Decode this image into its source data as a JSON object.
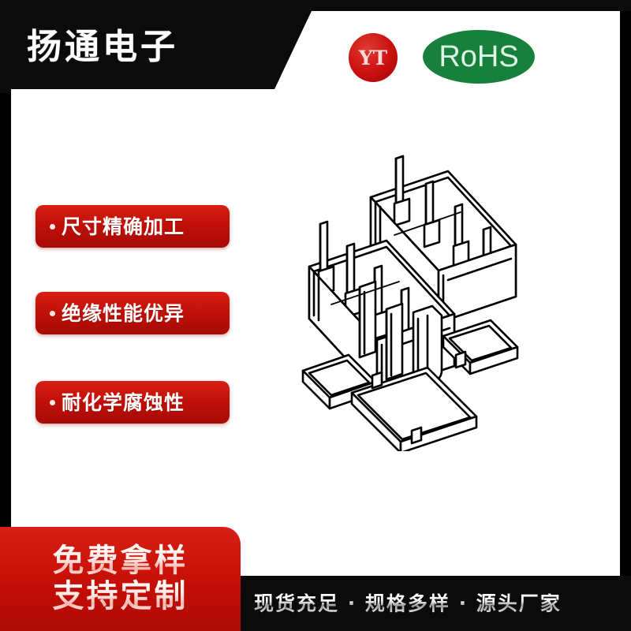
{
  "header": {
    "brand": "扬通电子",
    "yt_badge": {
      "label": "YT",
      "color": "#c9100f"
    },
    "rohs_badge": {
      "label": "RoHS",
      "color": "#16803c"
    },
    "background": "#0b0b0b"
  },
  "features": {
    "accent_color": "#c01008",
    "items": [
      {
        "label": "尺寸精确加工"
      },
      {
        "label": "绝缘性能优异"
      },
      {
        "label": "耐化学腐蚀性"
      }
    ]
  },
  "product": {
    "alt": "变压器骨架线稿图",
    "line_color": "#000000",
    "fill_color": "#ffffff"
  },
  "footer": {
    "promo_line_1": "免费拿样",
    "promo_line_2": "支持定制",
    "promo_background": "#c50f07",
    "tagline": "现货充足 · 规格多样 · 源头厂家",
    "tagline_background": "#0b0b0b"
  },
  "frame": {
    "border_color": "#000000",
    "page_background": "#ffffff"
  }
}
